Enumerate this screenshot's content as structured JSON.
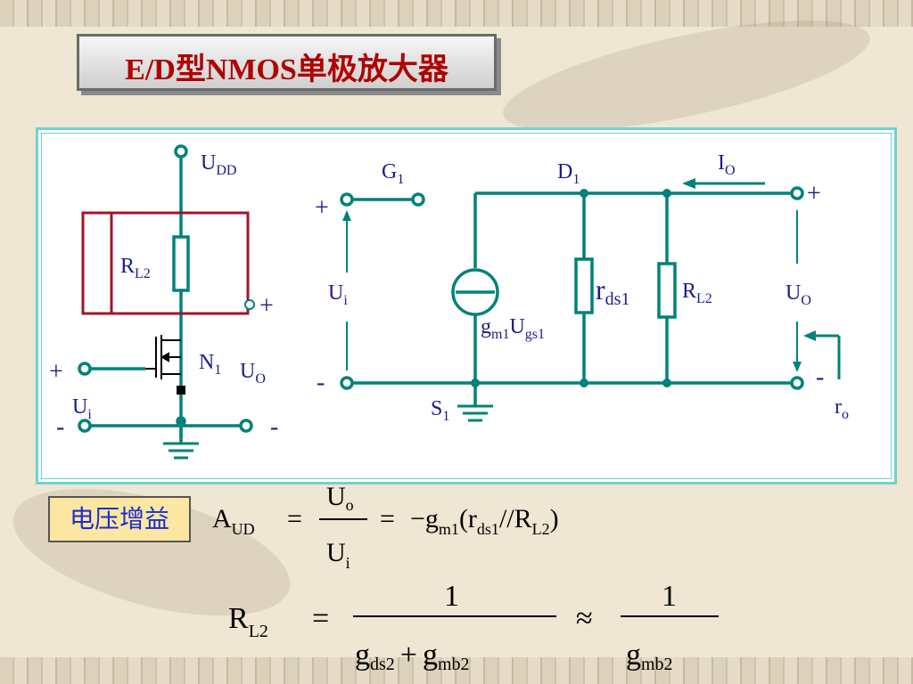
{
  "title": "E/D型NMOS单极放大器",
  "gain_label": "电压增益",
  "left_circuit": {
    "supply": "U",
    "supply_sub": "DD",
    "load": "R",
    "load_sub": "L2",
    "transistor": "N",
    "transistor_sub": "1",
    "output": "U",
    "output_sub": "O",
    "input": "U",
    "input_sub": "i",
    "plus": "+",
    "minus": "-"
  },
  "right_circuit": {
    "gate": "G",
    "gate_sub": "1",
    "drain": "D",
    "drain_sub": "1",
    "source": "S",
    "source_sub": "1",
    "current": "I",
    "current_sub": "O",
    "input": "U",
    "input_sub": "i",
    "output": "U",
    "output_sub": "O",
    "gm": "g",
    "gm_sub": "m1",
    "ugs": "U",
    "ugs_sub": "gs1",
    "rds": "r",
    "rds_sub": "ds1",
    "rl": "R",
    "rl_sub": "L2",
    "ro": "r",
    "ro_sub": "o",
    "plus": "+",
    "minus": "-"
  },
  "formula1": {
    "lhs": "A",
    "lhs_sub": "UD",
    "eq": "=",
    "num": "U",
    "num_sub": "o",
    "den": "U",
    "den_sub": "i",
    "eq2": "=",
    "rhs": "−g",
    "rhs_sub": "m1",
    "rhs_open": "(r",
    "rhs_sub2": "ds1",
    "rhs_mid": "//R",
    "rhs_sub3": "L2",
    "rhs_close": ")"
  },
  "formula2": {
    "lhs": "R",
    "lhs_sub": "L2",
    "eq": "=",
    "num1": "1",
    "den1a": "g",
    "den1a_sub": "ds2",
    "plus": "+",
    "den1b": "g",
    "den1b_sub": "mb2",
    "approx": "≈",
    "num2": "1",
    "den2": "g",
    "den2_sub": "mb2"
  },
  "colors": {
    "wire": "#00827a",
    "load_box": "#a0152a",
    "text": "#1c1c8c",
    "title": "#b00000",
    "gain_text": "#1b2ed1"
  }
}
